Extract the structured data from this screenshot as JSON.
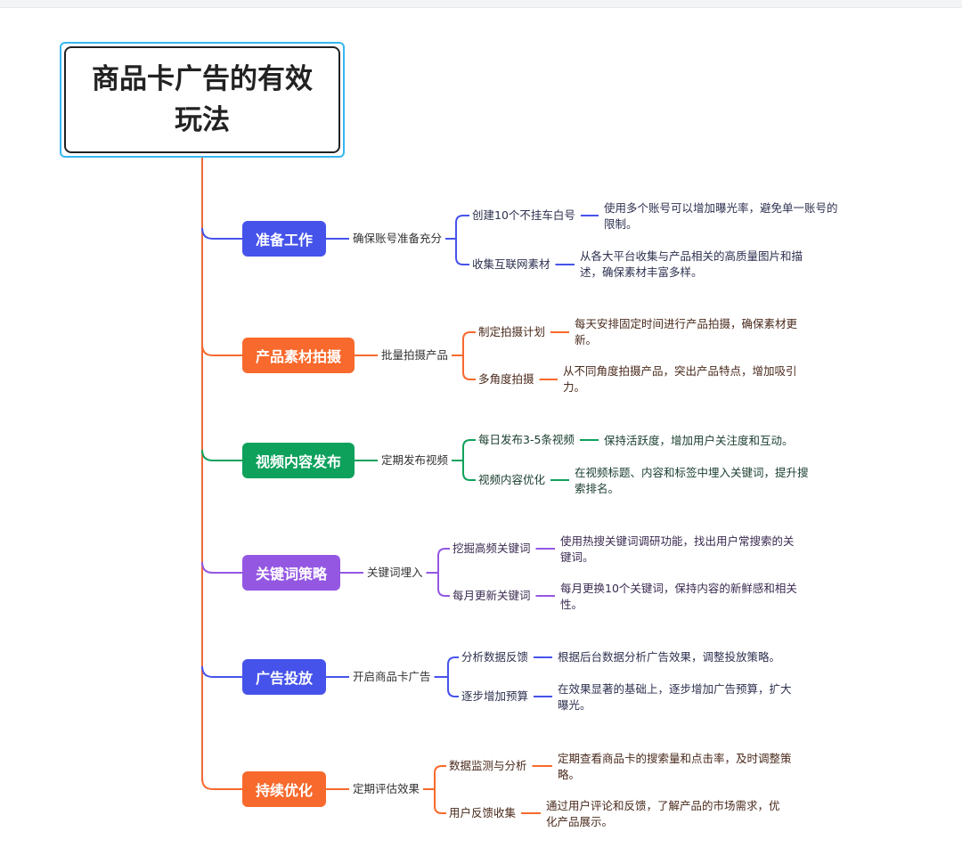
{
  "title": "商品卡广告的有效玩法",
  "colors": {
    "blue": "#4653ea",
    "orange": "#f7692c",
    "green": "#0ea15c",
    "purple": "#9457e2",
    "spine": "#ef6a3a",
    "root_border": "#38b6f0"
  },
  "branches": [
    {
      "label": "准备工作",
      "color": "blue",
      "sub": "确保账号准备充分",
      "items": [
        {
          "label": "创建10个不挂车白号",
          "detail": "使用多个账号可以增加曝光率，避免单一账号的限制。"
        },
        {
          "label": "收集互联网素材",
          "detail": "从各大平台收集与产品相关的高质量图片和描述，确保素材丰富多样。"
        }
      ]
    },
    {
      "label": "产品素材拍摄",
      "color": "orange",
      "sub": "批量拍摄产品",
      "items": [
        {
          "label": "制定拍摄计划",
          "detail": "每天安排固定时间进行产品拍摄，确保素材更新。"
        },
        {
          "label": "多角度拍摄",
          "detail": "从不同角度拍摄产品，突出产品特点，增加吸引力。"
        }
      ]
    },
    {
      "label": "视频内容发布",
      "color": "green",
      "sub": "定期发布视频",
      "items": [
        {
          "label": "每日发布3-5条视频",
          "detail": "保持活跃度，增加用户关注度和互动。"
        },
        {
          "label": "视频内容优化",
          "detail": "在视频标题、内容和标签中埋入关键词，提升搜索排名。"
        }
      ]
    },
    {
      "label": "关键词策略",
      "color": "purple",
      "sub": "关键词埋入",
      "items": [
        {
          "label": "挖掘高频关键词",
          "detail": "使用热搜关键词调研功能，找出用户常搜索的关键词。"
        },
        {
          "label": "每月更新关键词",
          "detail": "每月更换10个关键词，保持内容的新鲜感和相关性。"
        }
      ]
    },
    {
      "label": "广告投放",
      "color": "blue",
      "sub": "开启商品卡广告",
      "items": [
        {
          "label": "分析数据反馈",
          "detail": "根据后台数据分析广告效果，调整投放策略。"
        },
        {
          "label": "逐步增加预算",
          "detail": "在效果显著的基础上，逐步增加广告预算，扩大曝光。"
        }
      ]
    },
    {
      "label": "持续优化",
      "color": "orange",
      "sub": "定期评估效果",
      "items": [
        {
          "label": "数据监测与分析",
          "detail": "定期查看商品卡的搜索量和点击率，及时调整策略。"
        },
        {
          "label": "用户反馈收集",
          "detail": "通过用户评论和反馈，了解产品的市场需求，优化产品展示。"
        }
      ]
    }
  ]
}
